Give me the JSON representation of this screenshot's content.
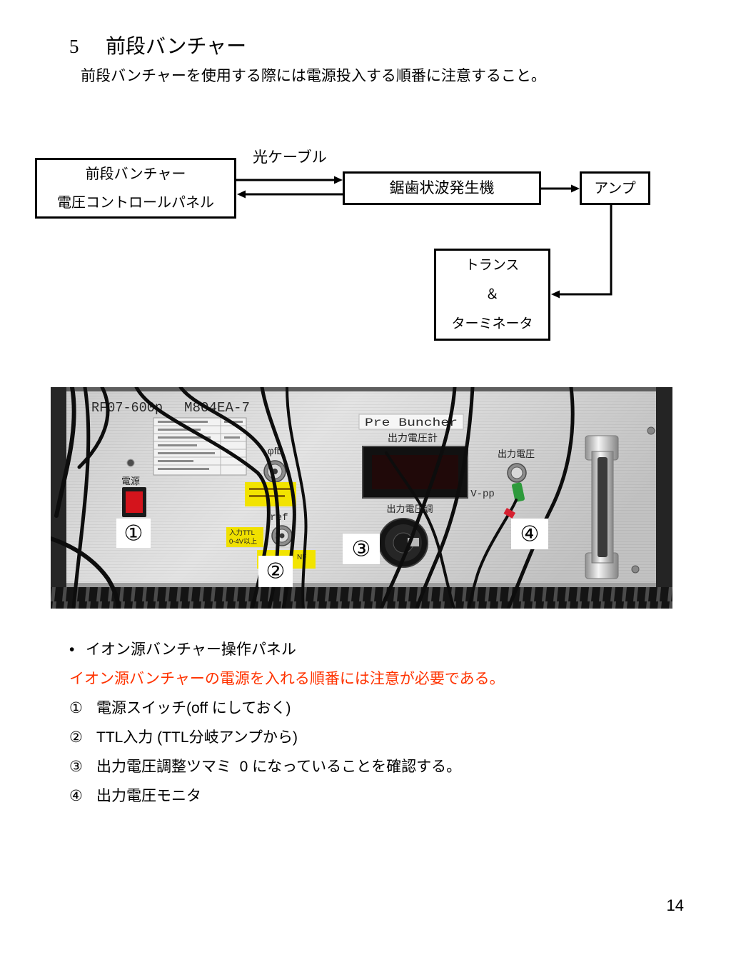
{
  "section": {
    "number": "5",
    "title": "前段バンチャー",
    "intro": "前段バンチャーを使用する際には電源投入する順番に注意すること。"
  },
  "diagram": {
    "cable_label": "光ケーブル",
    "control_panel": {
      "line1": "前段バンチャー",
      "line2": "電圧コントロールパネル"
    },
    "generator": "鋸歯状波発生機",
    "amp": "アンプ",
    "transformer": {
      "line1": "トランス",
      "line2": "＆",
      "line3": "ターミネータ"
    }
  },
  "photo": {
    "model_text": "RF07-600p",
    "model_text_2": "M804EA-7",
    "power_label": "電源",
    "fb_label": "φfb",
    "ref_label": "ref",
    "ttl_sticker": {
      "line1": "入力TTL",
      "line2": "0-4V以上"
    },
    "nf_label": "NF",
    "name_plate": "Pre Buncher",
    "meter_label": "出力電圧計",
    "unit_label": "V-pp",
    "knob_label": "出力電圧調",
    "output_label": "出力電圧",
    "markers": [
      "①",
      "②",
      "③",
      "④"
    ]
  },
  "notes": {
    "bullet": "•",
    "heading": "イオン源バンチャー操作パネル",
    "warning": "イオン源バンチャーの電源を入れる順番には注意が必要である。",
    "warning_color": "#ff3300",
    "items": [
      {
        "marker": "①",
        "text": "電源スイッチ(off にしておく)"
      },
      {
        "marker": "②",
        "text": "TTL入力 (TTL分岐アンプから)"
      },
      {
        "marker": "③",
        "text": "出力電圧調整ツマミ  0 になっていることを確認する。"
      },
      {
        "marker": "④",
        "text": "出力電圧モニタ"
      }
    ]
  },
  "page_number": "14"
}
